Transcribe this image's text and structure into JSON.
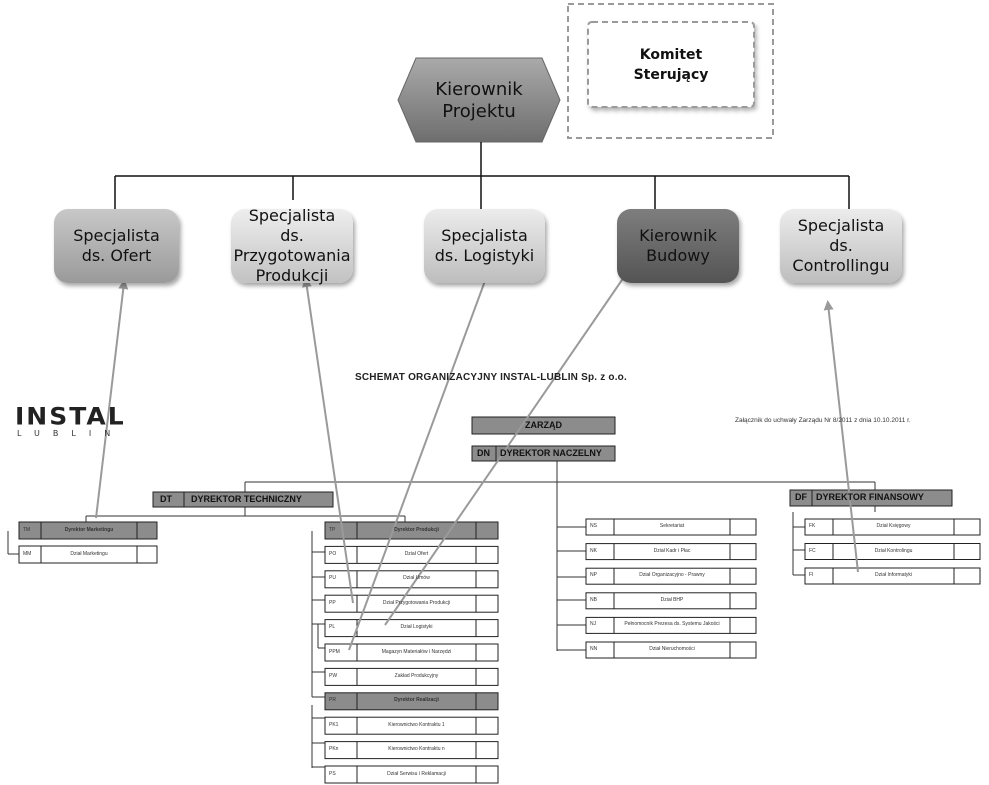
{
  "top": {
    "kierownik_projektu": "Kierownik\nProjektu",
    "komitet": "Komitet\nSterujący"
  },
  "roles": [
    {
      "key": "ofert",
      "label": "Specjalista\nds. Ofert"
    },
    {
      "key": "prod",
      "label": "Specjalista\nds. Przygotowania\nProdukcji"
    },
    {
      "key": "log",
      "label": "Specjalista\nds. Logistyki"
    },
    {
      "key": "bud",
      "label": "Kierownik\nBudowy"
    },
    {
      "key": "ctrl",
      "label": "Specjalista\nds.  Controllingu"
    }
  ],
  "scheme": {
    "title": "SCHEMAT ORGANIZACYJNY INSTAL-LUBLIN Sp. z o.o.",
    "annex": "Załącznik do uchwały Zarządu Nr 8/2011 z dnia 10.10.2011 r.",
    "logo_main": "INSTAL",
    "logo_sub": "LUBLIN",
    "zarzad": "ZARZĄD",
    "dn_code": "DN",
    "dn_name": "DYREKTOR NACZELNY",
    "dt_code": "DT",
    "dt_name": "DYREKTOR TECHNICZNY",
    "df_code": "DF",
    "df_name": "DYREKTOR FINANSOWY",
    "left_units": [
      {
        "code": "TM",
        "name": "Dyrektor Marketingu",
        "dark": true
      },
      {
        "code": "MM",
        "name": "Dział Marketingu",
        "dark": false
      }
    ],
    "mid_units": [
      {
        "code": "TP",
        "name": "Dyrektor Produkcji",
        "dark": true
      },
      {
        "code": "PO",
        "name": "Dział Ofert",
        "dark": false
      },
      {
        "code": "PU",
        "name": "Dział Umów",
        "dark": false
      },
      {
        "code": "PP",
        "name": "Dział Przygotowania Produkcji",
        "dark": false
      },
      {
        "code": "PL",
        "name": "Dział Logistyki",
        "dark": false
      },
      {
        "code": "PPM",
        "name": "Magazyn Materiałów i Narzędzi",
        "dark": false
      },
      {
        "code": "PW",
        "name": "Zakład Produkcyjny",
        "dark": false
      },
      {
        "code": "PR",
        "name": "Dyrektor Realizacji",
        "dark": true
      },
      {
        "code": "PK1",
        "name": "Kierownictwo Kontraktu 1",
        "dark": false
      },
      {
        "code": "PKn",
        "name": "Kierownictwo Kontraktu n",
        "dark": false
      },
      {
        "code": "PS",
        "name": "Dział Serwisu i Reklamacji",
        "dark": false
      }
    ],
    "center_units": [
      {
        "code": "NS",
        "name": "Sekretariat"
      },
      {
        "code": "NK",
        "name": "Dział Kadr i Płac"
      },
      {
        "code": "NP",
        "name": "Dział Organizacyjno - Prawny"
      },
      {
        "code": "NB",
        "name": "Dział BHP"
      },
      {
        "code": "NJ",
        "name": "Pełnomocnik Prezesa ds. Systemu Jakości"
      },
      {
        "code": "NN",
        "name": "Dział Nieruchomości"
      }
    ],
    "right_units": [
      {
        "code": "FK",
        "name": "Dział Księgowy"
      },
      {
        "code": "FC",
        "name": "Dział Kontrolingu"
      },
      {
        "code": "FI",
        "name": "Dział Informatyki"
      }
    ]
  },
  "colors": {
    "line": "#111111",
    "arrow": "#9a9a9a",
    "dashed": "#9a9a9a",
    "dark_box": "#8c8c8c"
  }
}
